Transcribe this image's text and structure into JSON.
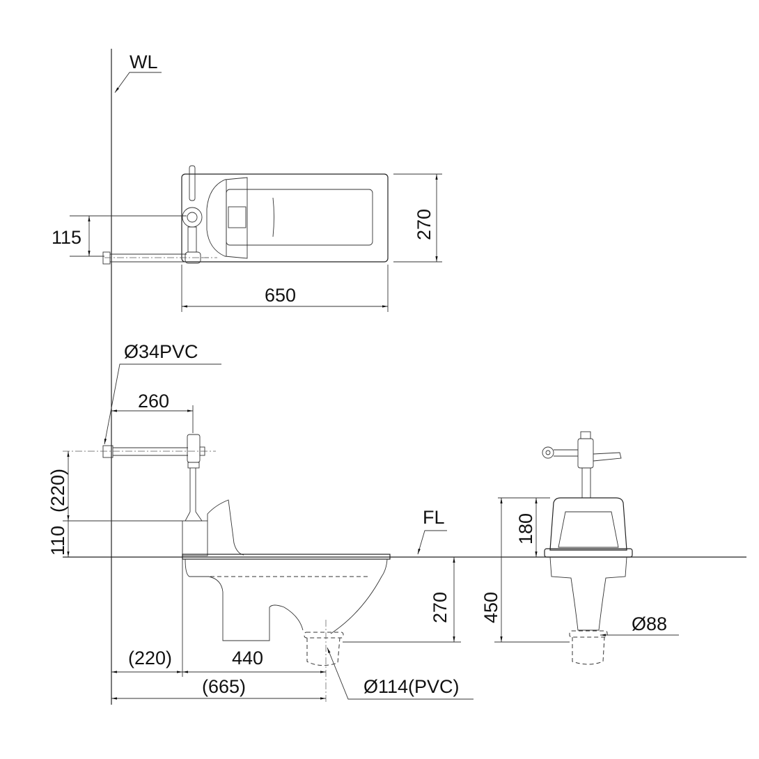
{
  "labels": {
    "wall_line": "WL",
    "floor_line": "FL",
    "supply_pipe": "Ø34PVC",
    "drain_pipe": "Ø114(PVC)",
    "drain_outlet": "Ø88"
  },
  "plan_view": {
    "length": "650",
    "width": "270",
    "supply_offset": "115"
  },
  "side_view": {
    "pipe_length": "260",
    "pipe_height": "(220)",
    "tank_height": "110",
    "bowl_depth": "270",
    "wall_to_bowl": "(220)",
    "bowl_to_drain": "440",
    "wall_to_drain": "(665)"
  },
  "front_view": {
    "tank_height": "180",
    "total_depth": "450"
  }
}
